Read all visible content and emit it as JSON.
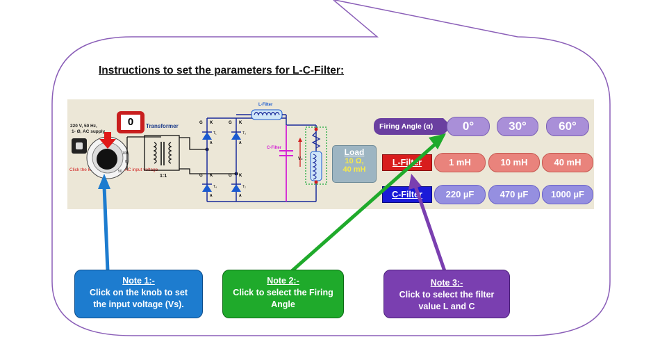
{
  "title": "Instructions to set the parameters for L-C-Filter:",
  "circuit": {
    "supply_label_line1": "220 V, 50 Hz,",
    "supply_label_line2": "1- Ø, AC supply",
    "knob_hint": "Click the knob to adjust the AC input voltage",
    "counter_value": "0",
    "transformer_label": "Transformer",
    "ratio_label": "1:1",
    "l_filter_label": "L-Filter",
    "c_filter_label": "C-Filter",
    "vo_label": "V₀",
    "thyristors": [
      "T₁",
      "T₃",
      "T₄",
      "T₂"
    ],
    "gate_label": "G",
    "cathode_label": "K",
    "anode_label": "A",
    "knob_scale": [
      "0",
      "50",
      "100",
      "150",
      "200",
      "220"
    ]
  },
  "load": {
    "title": "Load",
    "resistance": "10 Ω,",
    "inductance": "40 mH"
  },
  "controls": {
    "firing_label": "Firing Angle (α)",
    "angles": [
      "0°",
      "30°",
      "60°"
    ],
    "l_filter_button": "L-Filter",
    "l_values": [
      "1 mH",
      "10 mH",
      "40 mH"
    ],
    "c_filter_button": "C-Filter",
    "c_values": [
      "220 µF",
      "470 µF",
      "1000 µF"
    ]
  },
  "notes": {
    "note1": {
      "heading": "Note 1:-",
      "line1": "Click on the knob to set",
      "line2": "the input voltage (Vs).",
      "color": "#1d7ccf"
    },
    "note2": {
      "heading": "Note 2:-",
      "line1": "Click to select the Firing",
      "line2": "Angle",
      "color": "#1faa2b"
    },
    "note3": {
      "heading": "Note 3:-",
      "line1": "Click to select the filter",
      "line2": "value L and C",
      "color": "#7a3fb0"
    }
  }
}
